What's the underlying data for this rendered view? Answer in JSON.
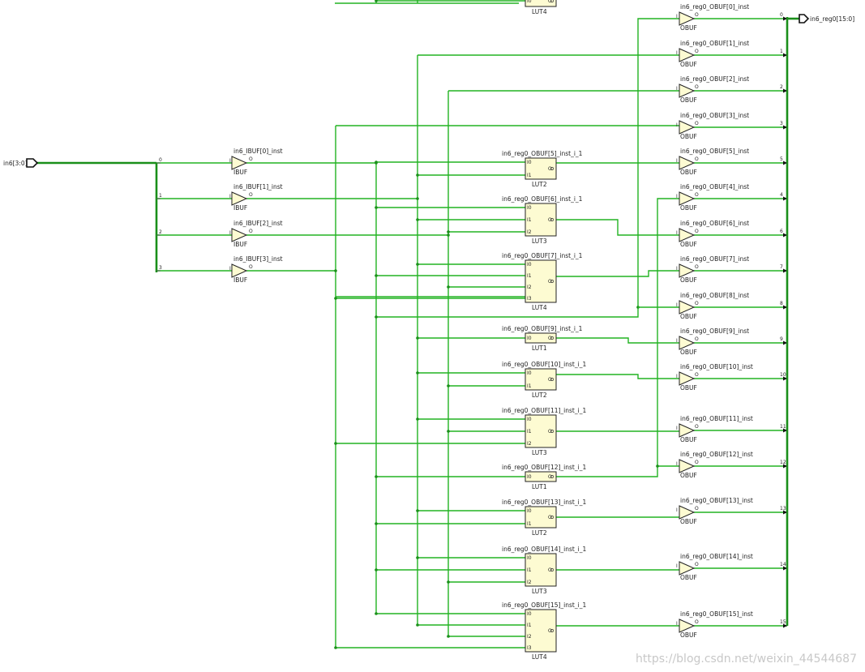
{
  "input_port": {
    "label": "in6[3:0]"
  },
  "output_port": {
    "label": "in6_reg0[15:0]"
  },
  "ibufs": [
    {
      "name": "in6_IBUF[0]_inst",
      "type": "IBUF"
    },
    {
      "name": "in6_IBUF[1]_inst",
      "type": "IBUF"
    },
    {
      "name": "in6_IBUF[2]_inst",
      "type": "IBUF"
    },
    {
      "name": "in6_IBUF[3]_inst",
      "type": "IBUF"
    }
  ],
  "luts": [
    {
      "name": "",
      "type": "LUT4"
    },
    {
      "name": "in6_reg0_OBUF[5]_inst_i_1",
      "type": "LUT2"
    },
    {
      "name": "in6_reg0_OBUF[6]_inst_i_1",
      "type": "LUT3"
    },
    {
      "name": "in6_reg0_OBUF[7]_inst_i_1",
      "type": "LUT4"
    },
    {
      "name": "in6_reg0_OBUF[9]_inst_i_1",
      "type": "LUT1"
    },
    {
      "name": "in6_reg0_OBUF[10]_inst_i_1",
      "type": "LUT2"
    },
    {
      "name": "in6_reg0_OBUF[11]_inst_i_1",
      "type": "LUT3"
    },
    {
      "name": "in6_reg0_OBUF[12]_inst_i_1",
      "type": "LUT1"
    },
    {
      "name": "in6_reg0_OBUF[13]_inst_i_1",
      "type": "LUT2"
    },
    {
      "name": "in6_reg0_OBUF[14]_inst_i_1",
      "type": "LUT3"
    },
    {
      "name": "in6_reg0_OBUF[15]_inst_i_1",
      "type": "LUT4"
    }
  ],
  "obufs": [
    {
      "name": "in6_reg0_OBUF[0]_inst",
      "type": "OBUF",
      "tap": "0"
    },
    {
      "name": "in6_reg0_OBUF[1]_inst",
      "type": "OBUF",
      "tap": "1"
    },
    {
      "name": "in6_reg0_OBUF[2]_inst",
      "type": "OBUF",
      "tap": "2"
    },
    {
      "name": "in6_reg0_OBUF[3]_inst",
      "type": "OBUF",
      "tap": "3"
    },
    {
      "name": "in6_reg0_OBUF[5]_inst",
      "type": "OBUF",
      "tap": "5"
    },
    {
      "name": "in6_reg0_OBUF[4]_inst",
      "type": "OBUF",
      "tap": "4"
    },
    {
      "name": "in6_reg0_OBUF[6]_inst",
      "type": "OBUF",
      "tap": "6"
    },
    {
      "name": "in6_reg0_OBUF[7]_inst",
      "type": "OBUF",
      "tap": "7"
    },
    {
      "name": "in6_reg0_OBUF[8]_inst",
      "type": "OBUF",
      "tap": "8"
    },
    {
      "name": "in6_reg0_OBUF[9]_inst",
      "type": "OBUF",
      "tap": "9"
    },
    {
      "name": "in6_reg0_OBUF[10]_inst",
      "type": "OBUF",
      "tap": "10"
    },
    {
      "name": "in6_reg0_OBUF[11]_inst",
      "type": "OBUF",
      "tap": "11"
    },
    {
      "name": "in6_reg0_OBUF[12]_inst",
      "type": "OBUF",
      "tap": "12"
    },
    {
      "name": "in6_reg0_OBUF[13]_inst",
      "type": "OBUF",
      "tap": "13"
    },
    {
      "name": "in6_reg0_OBUF[14]_inst",
      "type": "OBUF",
      "tap": "14"
    },
    {
      "name": "in6_reg0_OBUF[15]_inst",
      "type": "OBUF",
      "tap": "15"
    }
  ],
  "pin_names": {
    "in": "I",
    "out": "O",
    "lut_out": "O"
  },
  "colors": {
    "wire": "#22b322",
    "bus": "#1a8f1a",
    "cell_fill": "#fdfbd2"
  },
  "watermark": "https://blog.csdn.net/weixin_44544687"
}
